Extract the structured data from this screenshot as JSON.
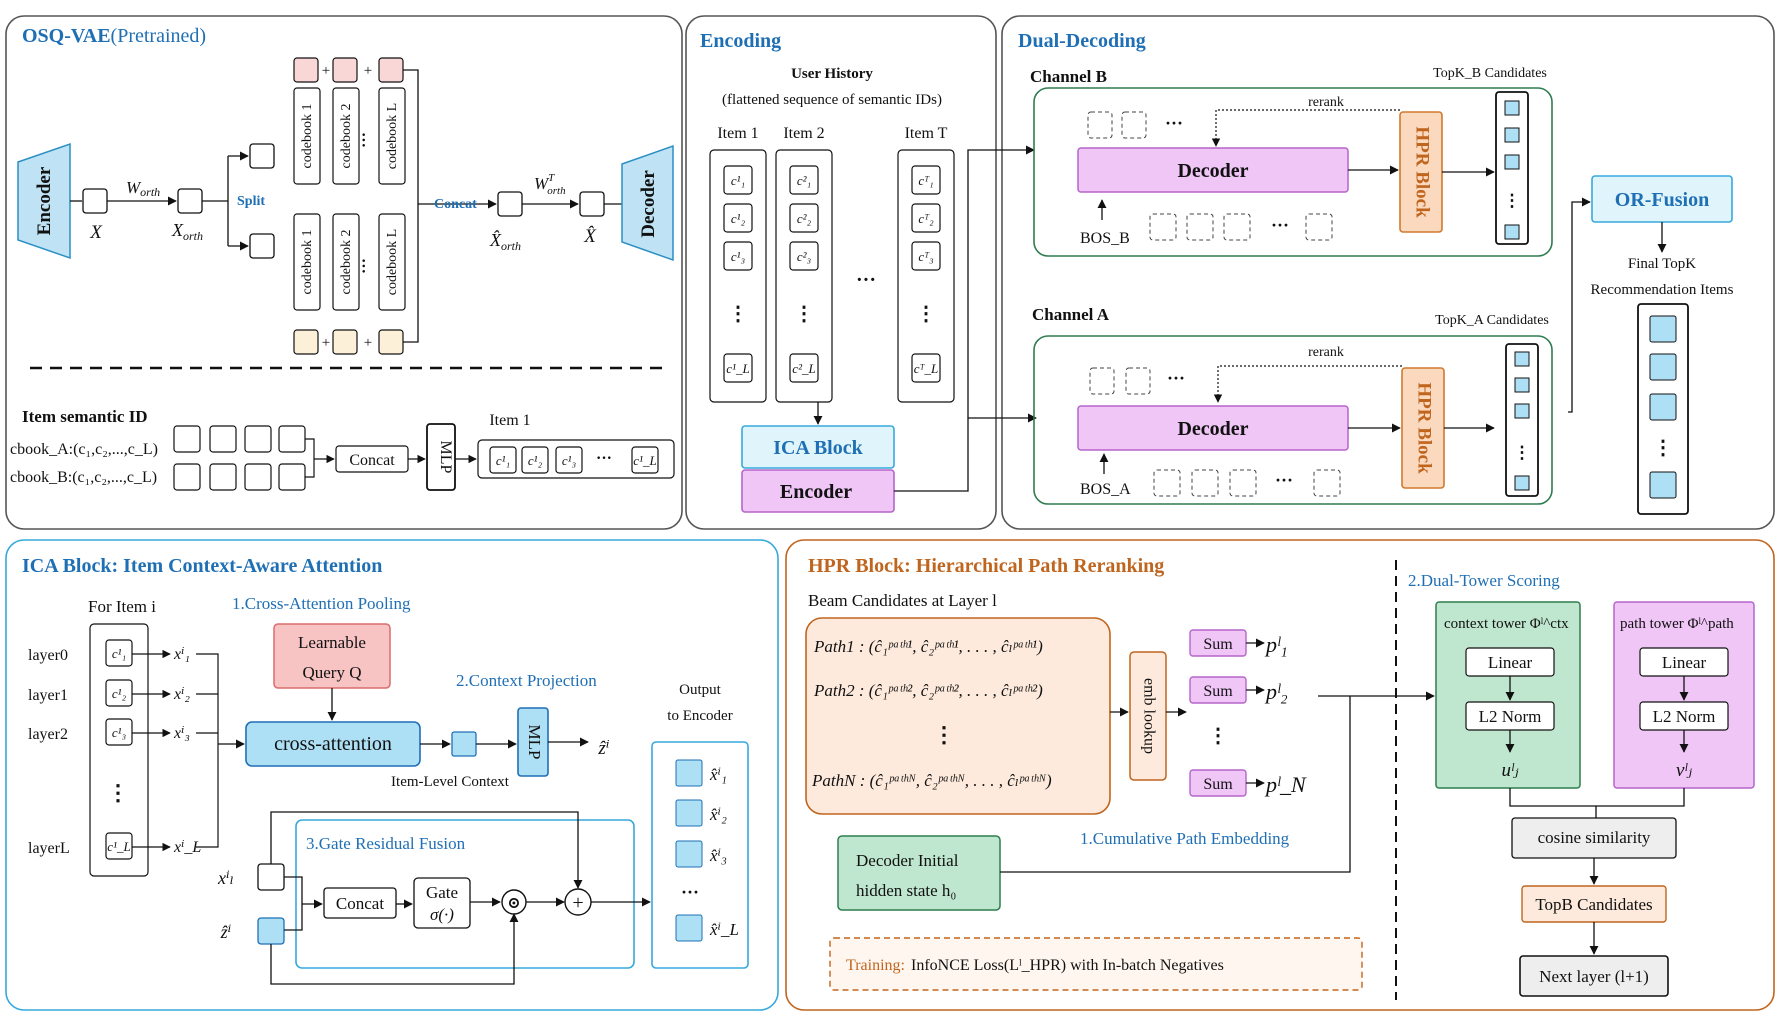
{
  "colors": {
    "blue_text": "#1f6fb5",
    "orange_text": "#c0651e",
    "encoder_blue": "#bfe3f5",
    "decoder_purple": "#f0c6f7",
    "hpr_orange": "#fbd9bf",
    "green_box": "#bfe6cf",
    "pink_box": "#f7c3c3",
    "light_blue_box": "#dff4fb",
    "cream": "#fdf0d8",
    "pink_sq": "#f9d7d7"
  },
  "osq": {
    "title": "OSQ-VAE",
    "title_paren": "(Pretrained)",
    "encoder": "Encoder",
    "decoder": "Decoder",
    "x": "X",
    "w_orth": "W",
    "w_orth_sub": "orth",
    "x_orth": "X",
    "x_orth_sub": "orth",
    "split": "Split",
    "concat": "Concat",
    "wt_orth": "W",
    "wt_orth_sup": "T",
    "wt_orth_sub": "orth",
    "xhat_orth": "X̂",
    "xhat_orth_sub": "orth",
    "xhat": "X̂",
    "codebook1": "codebook 1",
    "codebook2": "codebook 2",
    "codebookL": "codebook L",
    "dots": "···",
    "plus": "+",
    "item_semantic_id": "Item semantic ID",
    "cbook_a": "cbook_A:(c₁,c₂,...,c_L)",
    "cbook_b": "cbook_B:(c₁,c₂,...,c_L)",
    "concat_box": "Concat",
    "mlp": "MLP",
    "item1": "Item 1",
    "chips": [
      "c¹₁",
      "c¹₂",
      "c¹₃",
      "c¹_L"
    ],
    "chip_dots": "···"
  },
  "encoding": {
    "title": "Encoding",
    "user_history": "User History",
    "flattened": "(flattened sequence of semantic IDs)",
    "items": [
      "Item 1",
      "Item 2",
      "Item T"
    ],
    "col1": [
      "c¹₁",
      "c¹₂",
      "c¹₃",
      "c¹_L"
    ],
    "col2": [
      "c²₁",
      "c²₂",
      "c²₃",
      "c²_L"
    ],
    "colT": [
      "cᵀ₁",
      "cᵀ₂",
      "cᵀ₃",
      "cᵀ_L"
    ],
    "vdots": "⋮",
    "hdots": "···",
    "ica_block": "ICA Block",
    "encoder": "Encoder"
  },
  "dual": {
    "title": "Dual-Decoding",
    "channel_b": "Channel B",
    "channel_a": "Channel A",
    "topk_b": "TopK_B Candidates",
    "topk_a": "TopK_A Candidates",
    "rerank": "rerank",
    "decoder": "Decoder",
    "hpr_block": "HPR Block",
    "bos_b": "BOS_B",
    "bos_a": "BOS_A",
    "dots": "···",
    "vdots": "⋮",
    "or_fusion": "OR-Fusion",
    "final_topk": "Final TopK",
    "recommendation_items": "Recommendation Items"
  },
  "ica": {
    "title": "ICA Block: Item Context-Aware Attention",
    "for_item": "For Item i",
    "layers": [
      "layer0",
      "layer1",
      "layer2",
      "layerL"
    ],
    "chips": [
      "c¹₁",
      "c¹₂",
      "c¹₃",
      "c¹_L"
    ],
    "xs": [
      "xⁱ₁",
      "xⁱ₂",
      "xⁱ₃",
      "xⁱ_L"
    ],
    "step1": "1.Cross-Attention Pooling",
    "learnable": "Learnable",
    "query": "Query Q",
    "cross_attention": "cross-attention",
    "step2": "2.Context Projection",
    "mlp": "MLP",
    "z_hat": "ẑⁱ",
    "item_level_context": "Item-Level Context",
    "output": "Output",
    "to_encoder": "to Encoder",
    "outputs": [
      "x̂ⁱ₁",
      "x̂ⁱ₂",
      "x̂ⁱ₃",
      "x̂ⁱ_L"
    ],
    "out_dots": "···",
    "step3": "3.Gate Residual Fusion",
    "xl": "xⁱₗ",
    "zi": "ẑⁱ",
    "concat": "Concat",
    "gate": "Gate",
    "sigma": "σ(·)",
    "odot": "⊙",
    "oplus": "+",
    "vdots": "⋮"
  },
  "hpr": {
    "title": "HPR Block: Hierarchical Path Reranking",
    "beam": "Beam Candidates at Layer l",
    "path1": "Path1 : (ĉ₁ᵖᵃᵗʰ¹, ĉ₂ᵖᵃᵗʰ¹, . . . , ĉₗᵖᵃᵗʰ¹)",
    "path2": "Path2 : (ĉ₁ᵖᵃᵗʰ², ĉ₂ᵖᵃᵗʰ², . . . , ĉₗᵖᵃᵗʰ²)",
    "pathN": "PathN : (ĉ₁ᵖᵃᵗʰᴺ, ĉ₂ᵖᵃᵗʰᴺ, . . . , ĉₗᵖᵃᵗʰᴺ)",
    "vdots": "⋮",
    "emb_lookup": "emb lookup",
    "sum": "Sum",
    "p1": "pˡ₁",
    "p2": "pˡ₂",
    "pN": "pˡ_N",
    "step1": "1.Cumulative Path Embedding",
    "decoder_initial": "Decoder Initial",
    "hidden_state": "hidden state h₀",
    "training_label": "Training:",
    "training_text": "InfoNCE Loss(Lˡ_HPR) with In-batch Negatives",
    "step2": "2.Dual-Tower Scoring",
    "context_tower": "context tower Φˡ^ctx",
    "path_tower": "path tower Φˡ^path",
    "linear": "Linear",
    "l2norm": "L2 Norm",
    "u": "uˡⱼ",
    "v": "vˡⱼ",
    "cosine": "cosine similarity",
    "topb": "TopB Candidates",
    "next_layer": "Next layer (l+1)"
  }
}
